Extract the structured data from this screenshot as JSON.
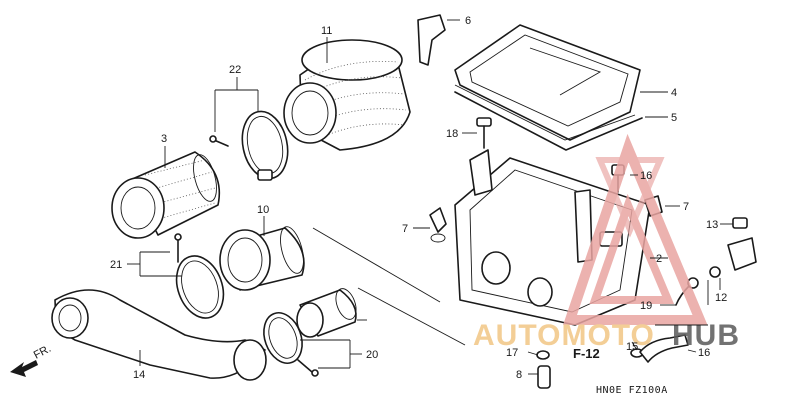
{
  "diagram": {
    "callouts": {
      "p2": "2",
      "p3": "3",
      "p4": "4",
      "p5": "5",
      "p6": "6",
      "p7a": "7",
      "p7b": "7",
      "p8": "8",
      "p10": "10",
      "p11": "11",
      "p12": "12",
      "p13": "13",
      "p14": "14",
      "p15": "15",
      "p16a": "16",
      "p16b": "16",
      "p17": "17",
      "p18": "18",
      "p19": "19",
      "p20": "20",
      "p21": "21",
      "p22": "22"
    },
    "ref_label": "F-12",
    "direction_label": "FR.",
    "footer_code": "HN0E  FZ100A"
  },
  "watermark": {
    "text_left": "AUTOMOTO",
    "text_right": "HUB",
    "colors": {
      "triangle": "#e9a5a2",
      "text_left": "#f2c684",
      "text_right": "#5a5a5a"
    }
  }
}
